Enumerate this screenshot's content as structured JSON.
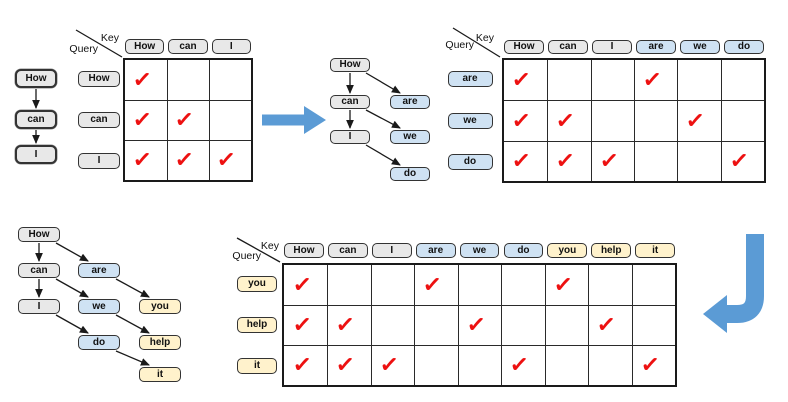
{
  "colors": {
    "token_fills": {
      "gray": "#e8e8e8",
      "blue": "#cfe2f3",
      "yellow": "#fff2cc"
    },
    "token_border": "#333333",
    "grid_border": "#1a1a1a",
    "grid_line": "#2a2a2a",
    "check_red": "#ed1111",
    "flow_arrow_blue": "#5b9bd5",
    "edge_arrow_black": "#1a1a1a"
  },
  "check_glyph": "✓",
  "trees": [
    {
      "name": "prompt-chain",
      "nodes": [
        {
          "id": "how",
          "label": "How",
          "color": "gray"
        },
        {
          "id": "can",
          "label": "can",
          "color": "gray"
        },
        {
          "id": "i",
          "label": "I",
          "color": "gray"
        }
      ],
      "edges": [
        [
          "how",
          "can"
        ],
        [
          "can",
          "i"
        ]
      ]
    },
    {
      "name": "draft-tree-step-1",
      "nodes": [
        {
          "id": "how",
          "label": "How",
          "color": "gray"
        },
        {
          "id": "can",
          "label": "can",
          "color": "gray"
        },
        {
          "id": "i",
          "label": "I",
          "color": "gray"
        },
        {
          "id": "are",
          "label": "are",
          "color": "blue"
        },
        {
          "id": "we",
          "label": "we",
          "color": "blue"
        },
        {
          "id": "do",
          "label": "do",
          "color": "blue"
        }
      ],
      "edges": [
        [
          "how",
          "can"
        ],
        [
          "how",
          "are"
        ],
        [
          "can",
          "i"
        ],
        [
          "can",
          "we"
        ],
        [
          "i",
          "do"
        ]
      ]
    },
    {
      "name": "draft-tree-step-2",
      "nodes": [
        {
          "id": "how",
          "label": "How",
          "color": "gray"
        },
        {
          "id": "can",
          "label": "can",
          "color": "gray"
        },
        {
          "id": "i",
          "label": "I",
          "color": "gray"
        },
        {
          "id": "are",
          "label": "are",
          "color": "blue"
        },
        {
          "id": "we",
          "label": "we",
          "color": "blue"
        },
        {
          "id": "do",
          "label": "do",
          "color": "blue"
        },
        {
          "id": "you",
          "label": "you",
          "color": "yellow"
        },
        {
          "id": "help",
          "label": "help",
          "color": "yellow"
        },
        {
          "id": "it",
          "label": "it",
          "color": "yellow"
        }
      ],
      "edges": [
        [
          "how",
          "can"
        ],
        [
          "how",
          "are"
        ],
        [
          "can",
          "i"
        ],
        [
          "can",
          "we"
        ],
        [
          "are",
          "you"
        ],
        [
          "i",
          "do"
        ],
        [
          "we",
          "help"
        ],
        [
          "do",
          "it"
        ]
      ]
    }
  ],
  "matrices": [
    {
      "name": "causal-attention-matrix",
      "corner": {
        "key": "Key",
        "query": "Query"
      },
      "key_tokens": [
        {
          "label": "How",
          "color": "gray"
        },
        {
          "label": "can",
          "color": "gray"
        },
        {
          "label": "I",
          "color": "gray"
        }
      ],
      "query_tokens": [
        {
          "label": "How",
          "color": "gray"
        },
        {
          "label": "can",
          "color": "gray"
        },
        {
          "label": "I",
          "color": "gray"
        }
      ],
      "checks": [
        [
          1,
          0,
          0
        ],
        [
          1,
          1,
          0
        ],
        [
          1,
          1,
          1
        ]
      ]
    },
    {
      "name": "tree-attention-matrix-step-1",
      "corner": {
        "key": "Key",
        "query": "Query"
      },
      "key_tokens": [
        {
          "label": "How",
          "color": "gray"
        },
        {
          "label": "can",
          "color": "gray"
        },
        {
          "label": "I",
          "color": "gray"
        },
        {
          "label": "are",
          "color": "blue"
        },
        {
          "label": "we",
          "color": "blue"
        },
        {
          "label": "do",
          "color": "blue"
        }
      ],
      "query_tokens": [
        {
          "label": "are",
          "color": "blue"
        },
        {
          "label": "we",
          "color": "blue"
        },
        {
          "label": "do",
          "color": "blue"
        }
      ],
      "checks": [
        [
          1,
          0,
          0,
          1,
          0,
          0
        ],
        [
          1,
          1,
          0,
          0,
          1,
          0
        ],
        [
          1,
          1,
          1,
          0,
          0,
          1
        ]
      ]
    },
    {
      "name": "tree-attention-matrix-step-2",
      "corner": {
        "key": "Key",
        "query": "Query"
      },
      "key_tokens": [
        {
          "label": "How",
          "color": "gray"
        },
        {
          "label": "can",
          "color": "gray"
        },
        {
          "label": "I",
          "color": "gray"
        },
        {
          "label": "are",
          "color": "blue"
        },
        {
          "label": "we",
          "color": "blue"
        },
        {
          "label": "do",
          "color": "blue"
        },
        {
          "label": "you",
          "color": "yellow"
        },
        {
          "label": "help",
          "color": "yellow"
        },
        {
          "label": "it",
          "color": "yellow"
        }
      ],
      "query_tokens": [
        {
          "label": "you",
          "color": "yellow"
        },
        {
          "label": "help",
          "color": "yellow"
        },
        {
          "label": "it",
          "color": "yellow"
        }
      ],
      "checks": [
        [
          1,
          0,
          0,
          1,
          0,
          0,
          1,
          0,
          0
        ],
        [
          1,
          1,
          0,
          0,
          1,
          0,
          0,
          1,
          0
        ],
        [
          1,
          1,
          1,
          0,
          0,
          1,
          0,
          0,
          1
        ]
      ]
    }
  ]
}
